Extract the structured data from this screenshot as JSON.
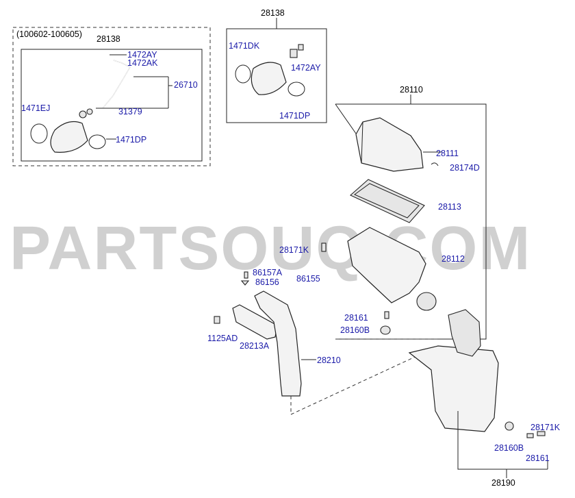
{
  "watermark": "PARTSOUQ.COM",
  "inset_range": "(100602-100605)",
  "colors": {
    "label": "#1a1aa8",
    "ref_label": "#000000",
    "watermark": "#c8c8c8"
  },
  "labels": {
    "p28138_top": "28138",
    "p28138_inset": "28138",
    "p1472AY_inset": "1472AY",
    "p1472AK": "1472AK",
    "p26710": "26710",
    "p1471EJ": "1471EJ",
    "p31379": "31379",
    "p1471DP_inset": "1471DP",
    "p1471DK": "1471DK",
    "p1472AY": "1472AY",
    "p1471DP": "1471DP",
    "p28110": "28110",
    "p28111": "28111",
    "p28174D": "28174D",
    "p28113": "28113",
    "p28171K": "28171K",
    "p28112": "28112",
    "p86157A": "86157A",
    "p86156": "86156",
    "p86155": "86155",
    "p28161": "28161",
    "p28160B": "28160B",
    "p1125AD": "1125AD",
    "p28213A": "28213A",
    "p28210": "28210",
    "p28171K_b": "28171K",
    "p28160B_b": "28160B",
    "p28161_b": "28161",
    "p28190": "28190"
  }
}
